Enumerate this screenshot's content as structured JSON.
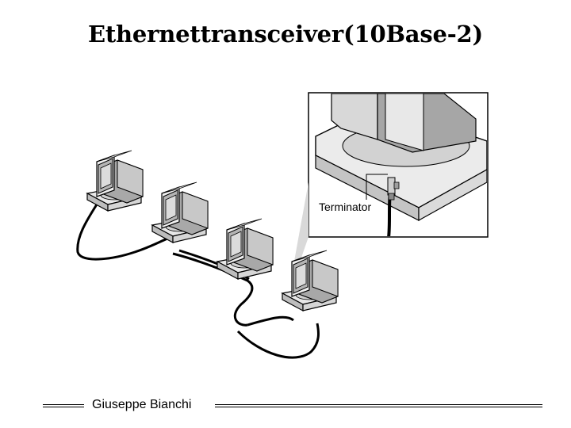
{
  "slide": {
    "title": "Ethernettransceiver(10Base-2)",
    "author": "Giuseppe Bianchi"
  },
  "diagram": {
    "inset_label": "Terminator",
    "workstations": [
      "pc-1",
      "pc-2",
      "pc-3",
      "pc-4"
    ]
  },
  "colors": {
    "background": "#ffffff",
    "stroke": "#000000",
    "light_gray": "#e6e6e6",
    "mid_gray": "#c8c8c8",
    "dark_gray": "#9a9a9a"
  }
}
